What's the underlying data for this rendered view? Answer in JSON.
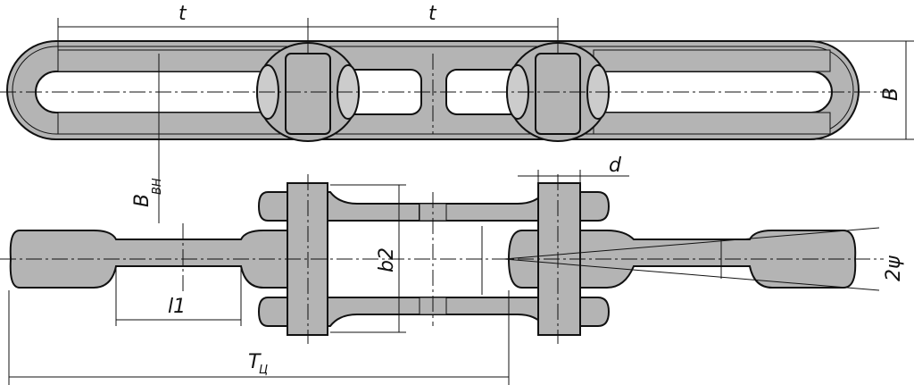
{
  "title": "Chain link drawing",
  "labels": {
    "pitch_left": "t",
    "pitch_right": "t",
    "width": "B",
    "inner_width_main": "B",
    "inner_width_sub": "ВН",
    "pin_diameter": "d",
    "inner_gap": "b2",
    "angle": "2ψ",
    "link_length": "l1",
    "total_length_main": "T",
    "total_length_sub": "Ц"
  }
}
